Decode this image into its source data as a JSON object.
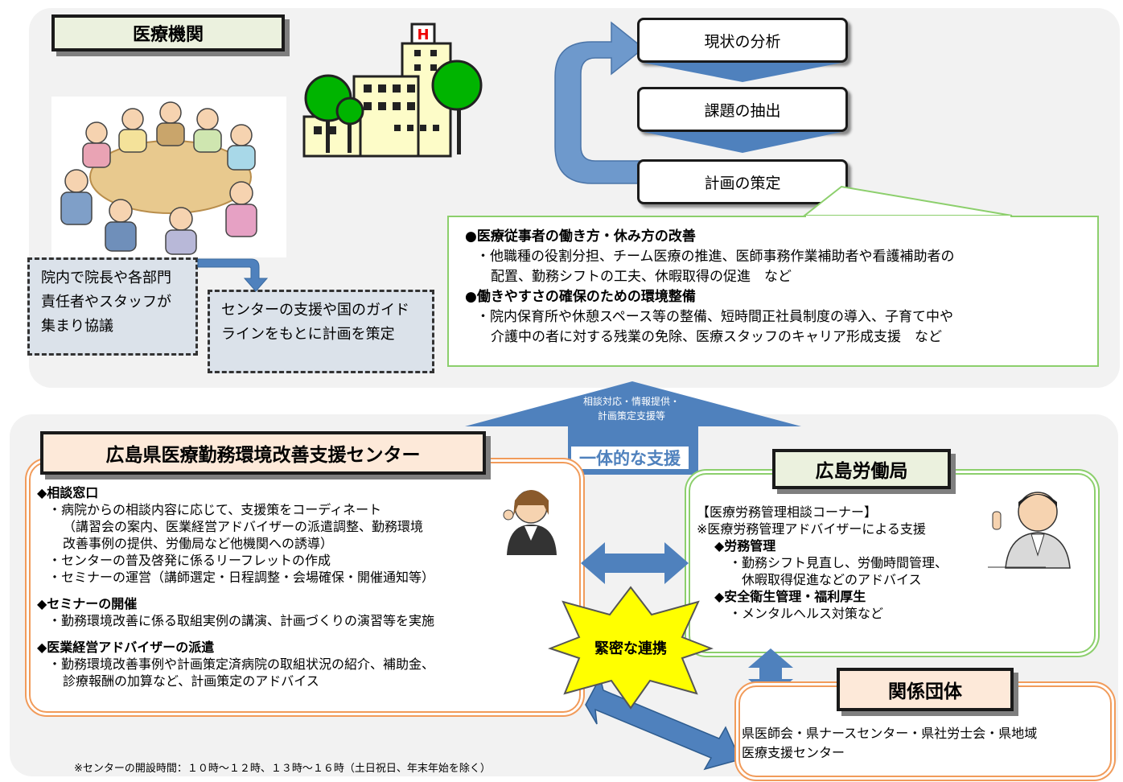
{
  "medical": {
    "title": "医療機関",
    "dashed1": "院内で院長や各部門責任者やスタッフが集まり協議",
    "dashed2": "センターの支援や国のガイドラインをもとに計画を策定"
  },
  "flow": {
    "step1": "現状の分析",
    "step2": "課題の抽出",
    "step3": "計画の策定"
  },
  "callout": {
    "h1": "●医療従事者の働き方・休み方の改善",
    "b1a": "・他職種の役割分担、チーム医療の推進、医師事務作業補助者や看護補助者の",
    "b1b": "配置、勤務シフトの工夫、休暇取得の促進　など",
    "h2": "●働きやすさの確保のための環境整備",
    "b2a": "・院内保育所や休憩スペース等の整備、短時間正社員制度の導入、子育て中や",
    "b2b": "介護中の者に対する残業の免除、医療スタッフのキャリア形成支援　など"
  },
  "support_arrow": {
    "text1": "相談対応・情報提供・",
    "text2": "計画策定支援等",
    "label": "一体的な支援"
  },
  "center": {
    "title": "広島県医療勤務環境改善支援センター",
    "lines": [
      "◆相談窓口",
      "・病院からの相談内容に応じて、支援策をコーディネート",
      "（講習会の案内、医業経営アドバイザーの派遣調整、勤務環境",
      "改善事例の提供、労働局など他機関への誘導）",
      "・センターの普及啓発に係るリーフレットの作成",
      "・セミナーの運営（講師選定・日程調整・会場確保・開催通知等）",
      "◆セミナーの開催",
      "・勤務環境改善に係る取組実例の講演、計画づくりの演習等を実施",
      "◆医業経営アドバイザーの派遣",
      "・勤務環境改善事例や計画策定済病院の取組状況の紹介、補助金、",
      "診療報酬の加算など、計画策定のアドバイス"
    ]
  },
  "labor": {
    "title": "広島労働局",
    "lines": [
      "【医療労務管理相談コーナー】",
      "※医療労務管理アドバイザーによる支援",
      "◆労務管理",
      "・勤務シフト見直し、労働時間管理、",
      "休暇取得促進などのアドバイス",
      "◆安全衛生管理・福利厚生",
      "・メンタルヘルス対策など"
    ]
  },
  "star": {
    "label": "緊密な連携"
  },
  "orgs": {
    "title": "関係団体",
    "line1": "県医師会・県ナースセンター・県社労士会・県地域",
    "line2": "医療支援センター"
  },
  "footnote": "※センターの開設時間：１０時～１２時、１３時～１６時（土日祝日、年末年始を除く）",
  "colors": {
    "arrow_blue": "#4f81bd",
    "panel_gray": "#f2f2f2",
    "orange_border": "#f19b5a",
    "green_border": "#8ccf6c",
    "star_yellow": "#ffff00"
  }
}
